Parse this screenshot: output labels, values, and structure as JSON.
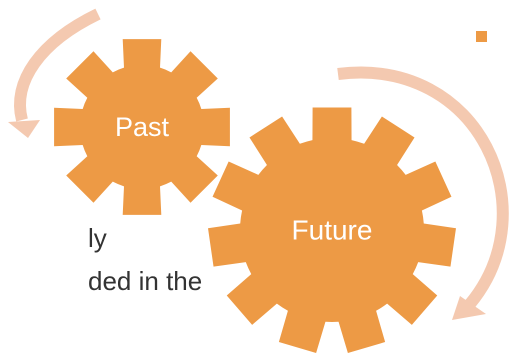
{
  "diagram": {
    "gear_small_label": "Past",
    "gear_large_label": "Future",
    "partial_text_line1": "ly",
    "partial_text_line2": "ded in the"
  },
  "colors": {
    "gear": "#ed9a45",
    "arrow": "#f4c9b0",
    "bullet": "#ed9a45",
    "text": "#333333"
  }
}
